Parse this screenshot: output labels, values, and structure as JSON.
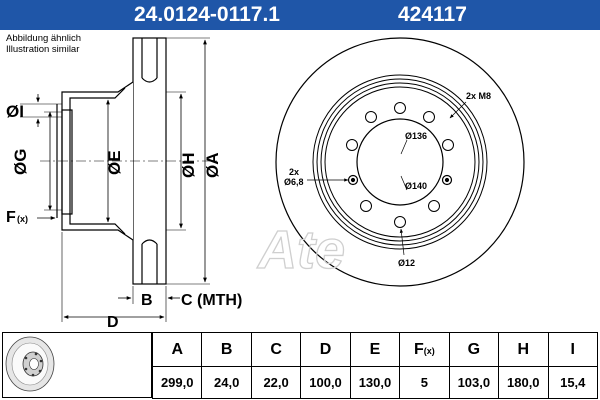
{
  "header": {
    "part_number": "24.0124-0117.1",
    "reference": "424117"
  },
  "note": {
    "line1": "Abbildung ähnlich",
    "line2": "Illustration similar"
  },
  "side_view": {
    "labels": {
      "I": "ØI",
      "G": "ØG",
      "E": "ØE",
      "H": "ØH",
      "A": "ØA",
      "F": "F",
      "F_sub": "(x)",
      "B": "B",
      "C": "C (MTH)",
      "D": "D"
    }
  },
  "front_view": {
    "labels": {
      "m8": "2x M8",
      "pcd136": "Ø136",
      "holes_count": "2x",
      "holes_dia": "Ø6,8",
      "pcd140": "Ø140",
      "bolt": "Ø12"
    },
    "logo": "Ate"
  },
  "table": {
    "headers": [
      "A",
      "B",
      "C",
      "D",
      "E",
      "F",
      "G",
      "H",
      "I"
    ],
    "f_sub": "(x)",
    "values": [
      "299,0",
      "24,0",
      "22,0",
      "100,0",
      "130,0",
      "5",
      "103,0",
      "180,0",
      "15,4"
    ]
  },
  "colors": {
    "header_bg": "#1f56a8",
    "header_text": "#ffffff",
    "logo": "#d8d8d8"
  }
}
